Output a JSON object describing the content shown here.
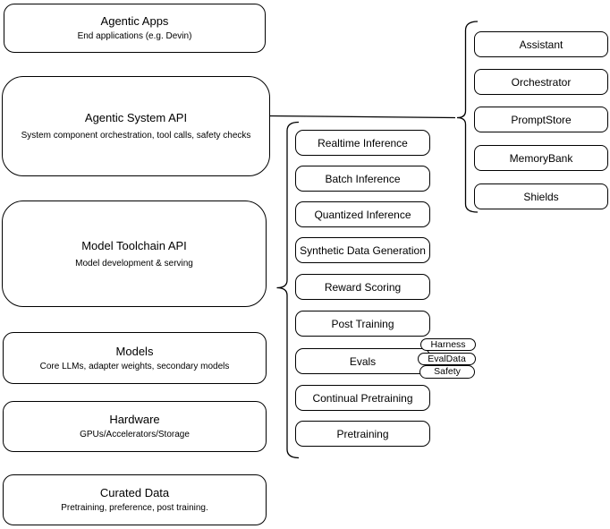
{
  "colors": {
    "stroke": "#000000",
    "node_fill": "#ffffff",
    "text": "#000000",
    "background": "#ffffff"
  },
  "diagram": {
    "left_stack": [
      {
        "title": "Agentic Apps",
        "subtitle": "End applications (e.g. Devin)"
      },
      {
        "title": "Agentic System API",
        "subtitle": "System component orchestration, tool calls, safety checks"
      },
      {
        "title": "Model Toolchain API",
        "subtitle": "Model development & serving"
      },
      {
        "title": "Models",
        "subtitle": "Core LLMs, adapter weights, secondary models"
      },
      {
        "title": "Hardware",
        "subtitle": "GPUs/Accelerators/Storage"
      },
      {
        "title": "Curated Data",
        "subtitle": "Pretraining, preference, post training."
      }
    ],
    "toolchain_items": [
      "Realtime Inference",
      "Batch Inference",
      "Quantized Inference",
      "Synthetic Data Generation",
      "Reward Scoring",
      "Post Training",
      "Evals",
      "Continual Pretraining",
      "Pretraining"
    ],
    "evals_tags": [
      "Harness",
      "EvalData",
      "Safety"
    ],
    "system_items": [
      "Assistant",
      "Orchestrator",
      "PromptStore",
      "MemoryBank",
      "Shields"
    ],
    "icons": {
      "toolchain_brace": "curly-brace-left",
      "system_brace": "curly-brace-left",
      "connector": "straight-line"
    }
  }
}
